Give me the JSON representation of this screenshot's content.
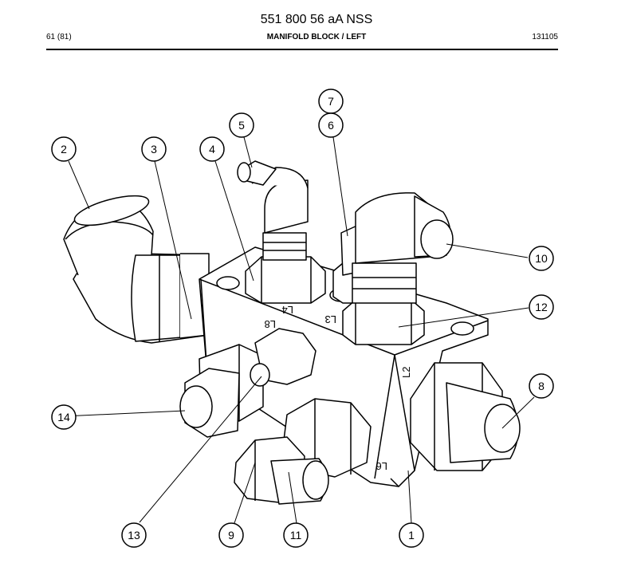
{
  "header": {
    "doc_number": "551 800 56 aA NSS",
    "page": "61 (81)",
    "title": "MANIFOLD BLOCK / LEFT",
    "date_code": "131105"
  },
  "port_labels": {
    "l2": "L2",
    "l3": "L3",
    "l4": "L4",
    "l6": "L6",
    "l8": "L8"
  },
  "callouts": {
    "c1": "1",
    "c2": "2",
    "c3": "3",
    "c4": "4",
    "c5": "5",
    "c6": "6",
    "c7": "7",
    "c8": "8",
    "c9": "9",
    "c10": "10",
    "c11": "11",
    "c12": "12",
    "c13": "13",
    "c14": "14"
  }
}
